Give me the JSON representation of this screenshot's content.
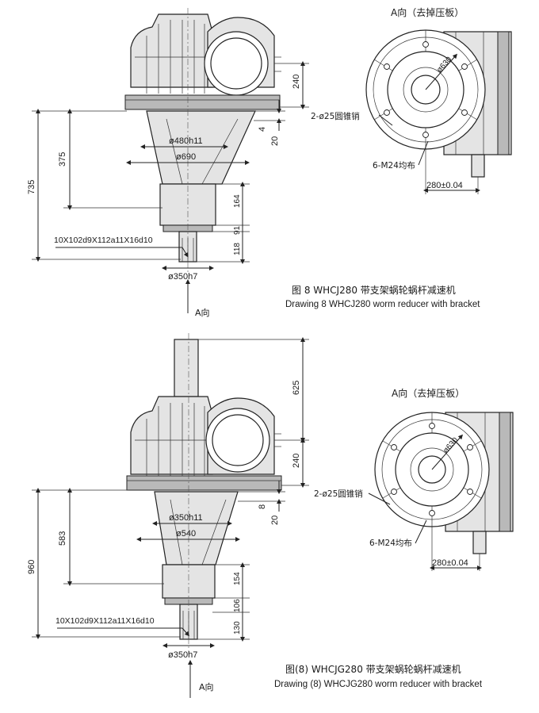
{
  "drawings": [
    {
      "view_label": "A向（去掉压板）",
      "caption_cn": "图 8   WHCJ280 带支架蜗轮蜗杆减速机",
      "caption_en": "Drawing 8 WHCJ280  worm reducer with bracket",
      "arrow_label": "A向",
      "dims": {
        "d240": "240",
        "d4": "4",
        "d20": "20",
        "d375": "375",
        "d735": "735",
        "d164": "164",
        "d91": "91",
        "d118": "118",
        "dia_h11": "ø480h11",
        "dia_base": "ø690",
        "dia_h7": "ø350h7",
        "spline": "10X102d9X112a11X16d10",
        "pin": "2-ø25圆锥销",
        "bolts": "6-M24均布",
        "dia_bolt_circle": "ø630",
        "offset": "280±0.04"
      }
    },
    {
      "view_label": "A向（去掉压板）",
      "caption_cn": "图(8)   WHCJG280 带支架蜗轮蜗杆减速机",
      "caption_en": "Drawing (8) WHCJG280  worm reducer with bracket",
      "arrow_label": "A向",
      "dims": {
        "d625": "625",
        "d240": "240",
        "d8": "8",
        "d20": "20",
        "d583": "583",
        "d960": "960",
        "d154": "154",
        "d106": "106",
        "d130": "130",
        "dia_h11": "ø350h11",
        "dia_base": "ø540",
        "dia_h7": "ø350h7",
        "spline": "10X102d9X112a11X16d10",
        "pin": "2-ø25圆锥销",
        "bolts": "6-M24均布",
        "dia_bolt_circle": "ø630",
        "offset": "280±0.04"
      }
    }
  ]
}
